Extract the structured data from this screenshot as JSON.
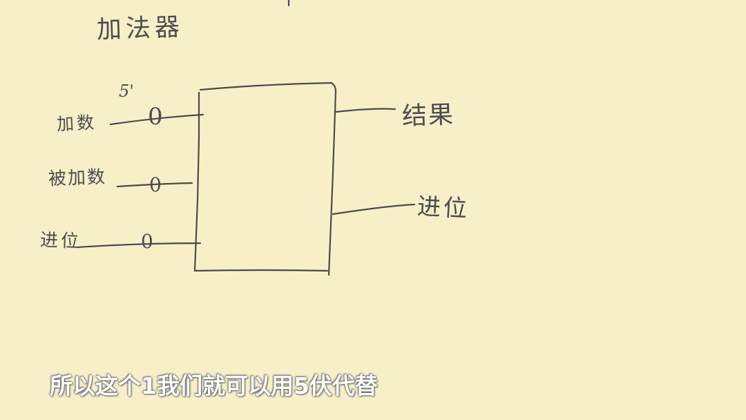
{
  "diagram": {
    "title": "加法器",
    "inputs": [
      {
        "label": "加数",
        "value": "0"
      },
      {
        "label": "被加数",
        "value": "0"
      },
      {
        "label": "进位",
        "value": "0"
      }
    ],
    "annotation": "5'",
    "outputs": [
      {
        "label": "结果"
      },
      {
        "label": "进位"
      }
    ]
  },
  "subtitle": "所以这个1我们就可以用5伏代替",
  "colors": {
    "paper": "#f7efc8",
    "ink": "#4a4a4c",
    "subtitle": "#ffffff"
  }
}
